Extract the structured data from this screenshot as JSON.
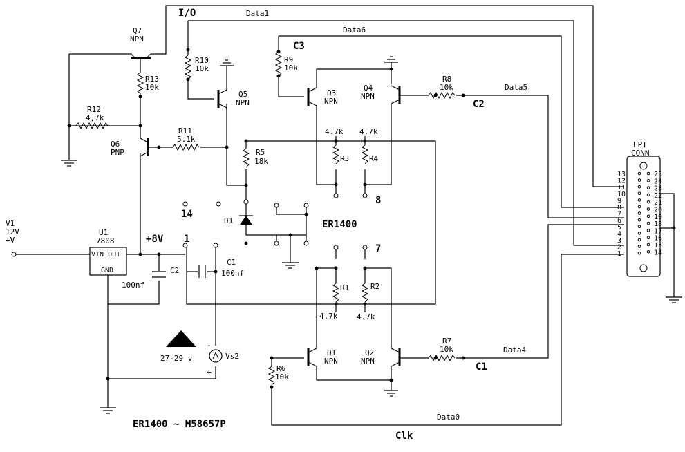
{
  "title": "ER1400 ~ M58657P",
  "io_label": "I/O",
  "signals": {
    "data1": "Data1",
    "data6": "Data6",
    "data5": "Data5",
    "data4": "Data4",
    "data0": "Data0",
    "c1": "C1",
    "c2": "C2",
    "c3": "C3",
    "clk": "Clk"
  },
  "chip_label": "ER1400",
  "pins": {
    "p14": "14",
    "p1": "1",
    "p7": "7",
    "p8": "8"
  },
  "supply": {
    "rail": "+8V",
    "vs2_range": "27-29 v",
    "vs2_name": "Vs2"
  },
  "v1": {
    "name": "V1",
    "volt": "12V",
    "polarity": "+V"
  },
  "u1": {
    "name": "U1",
    "part": "7808",
    "vin_out": "VIN OUT",
    "gnd": "GND"
  },
  "components": {
    "q7": {
      "name": "Q7",
      "type": "NPN"
    },
    "q6": {
      "name": "Q6",
      "type": "PNP"
    },
    "q5": {
      "name": "Q5",
      "type": "NPN"
    },
    "q3": {
      "name": "Q3",
      "type": "NPN"
    },
    "q4": {
      "name": "Q4",
      "type": "NPN"
    },
    "q1": {
      "name": "Q1",
      "type": "NPN"
    },
    "q2": {
      "name": "Q2",
      "type": "NPN"
    },
    "r13": {
      "name": "R13",
      "value": "10k"
    },
    "r12": {
      "name": "R12",
      "value": "4,7k"
    },
    "r11": {
      "name": "R11",
      "value": "5.1k"
    },
    "r10": {
      "name": "R10",
      "value": "10k"
    },
    "r9": {
      "name": "R9",
      "value": "10k"
    },
    "r8": {
      "name": "R8",
      "value": "10k"
    },
    "r7": {
      "name": "R7",
      "value": "10k"
    },
    "r6": {
      "name": "R6",
      "value": "10k"
    },
    "r5": {
      "name": "R5",
      "value": "18k"
    },
    "r3": {
      "name": "R3",
      "value": "4.7k"
    },
    "r4": {
      "name": "R4",
      "value": "4.7k"
    },
    "r1": {
      "name": "R1",
      "value": "4.7k"
    },
    "r2": {
      "name": "R2",
      "value": "4.7k"
    },
    "c1": {
      "name": "C1",
      "value": "100nf"
    },
    "c2": {
      "name": "C2",
      "value": "100nf"
    },
    "d1": {
      "name": "D1"
    }
  },
  "lpt": {
    "label1": "LPT",
    "label2": "CONN",
    "left_pins": [
      "13",
      "12",
      "11",
      "10",
      "9",
      "8",
      "7",
      "6",
      "5",
      "4",
      "3",
      "2",
      "1"
    ],
    "right_pins": [
      "25",
      "24",
      "23",
      "22",
      "21",
      "20",
      "19",
      "18",
      "17",
      "16",
      "15",
      "14"
    ]
  },
  "colors": {
    "line": "#000000",
    "background": "#ffffff"
  }
}
